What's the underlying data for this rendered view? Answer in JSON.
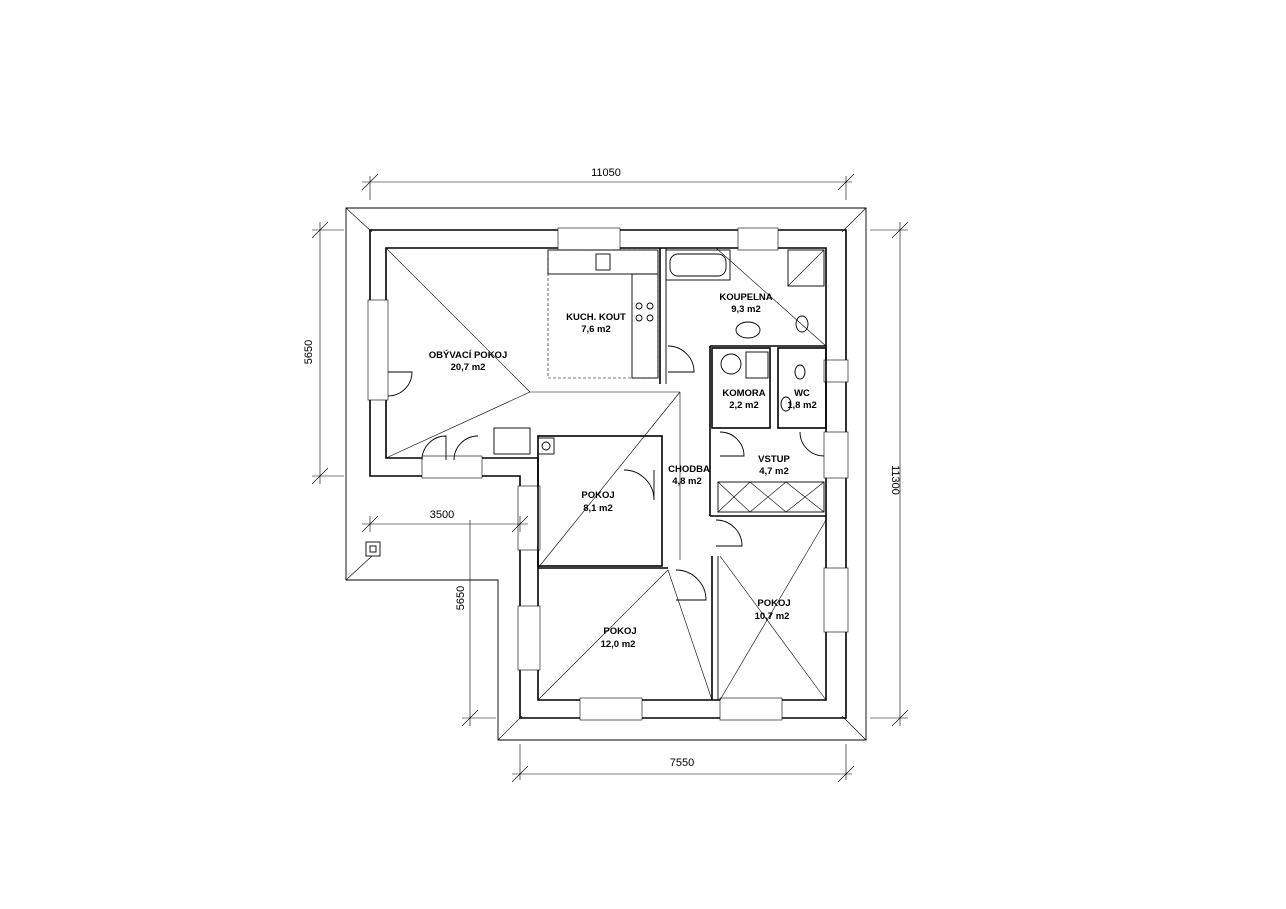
{
  "rooms": [
    {
      "name": "OBÝVACÍ POKOJ",
      "area": "20,7 m2"
    },
    {
      "name": "KUCH. KOUT",
      "area": "7,6 m2"
    },
    {
      "name": "KOUPELNA",
      "area": "9,3 m2"
    },
    {
      "name": "KOMORA",
      "area": "2,2 m2"
    },
    {
      "name": "WC",
      "area": "1,8 m2"
    },
    {
      "name": "CHODBA",
      "area": "4,8 m2"
    },
    {
      "name": "VSTUP",
      "area": "4,7 m2"
    },
    {
      "name": "POKOJ",
      "area": "8,1 m2"
    },
    {
      "name": "POKOJ",
      "area": "12,0 m2"
    },
    {
      "name": "POKOJ",
      "area": "10,7 m2"
    }
  ],
  "dimensions": {
    "top": "11050",
    "right": "11300",
    "left": "5650",
    "left_lower": "5650",
    "terrace": "3500",
    "bottom": "7550"
  }
}
